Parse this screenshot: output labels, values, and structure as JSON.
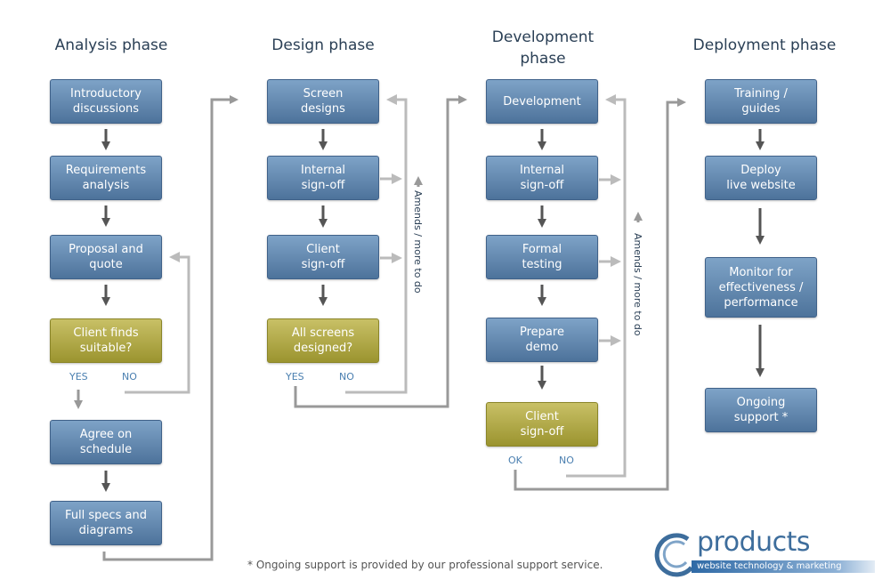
{
  "phases": {
    "analysis": "Analysis phase",
    "design": "Design phase",
    "development": "Development\nphase",
    "deployment": "Deployment phase"
  },
  "analysis": {
    "intro": "Introductory\ndiscussions",
    "requirements": "Requirements\nanalysis",
    "proposal": "Proposal and\nquote",
    "client_finds": "Client finds\nsuitable?",
    "agree": "Agree on\nschedule",
    "specs": "Full specs and\ndiagrams",
    "yes": "YES",
    "no": "NO"
  },
  "design": {
    "screen": "Screen\ndesigns",
    "internal": "Internal\nsign-off",
    "client": "Client\nsign-off",
    "all_screens": "All screens\ndesigned?",
    "yes": "YES",
    "no": "NO",
    "amends": "Amends / more to do"
  },
  "development": {
    "development": "Development",
    "internal": "Internal\nsign-off",
    "formal": "Formal\ntesting",
    "prepare": "Prepare\ndemo",
    "client": "Client\nsign-off",
    "ok": "OK",
    "no": "NO",
    "amends": "Amends / more to do"
  },
  "deployment": {
    "training": "Training /\nguides",
    "deploy": "Deploy\nlive website",
    "monitor": "Monitor for\neffectiveness /\nperformance",
    "ongoing": "Ongoing\nsupport *"
  },
  "footnote": "* Ongoing support is provided by our professional support service.",
  "logo": {
    "word": "products",
    "tagline": "website technology & marketing"
  },
  "colors": {
    "box_blue": "#5f86ad",
    "box_olive": "#b0a944",
    "arrow_dark": "#555555",
    "arrow_light": "#bbbbbb",
    "label_blue": "#4a7fb0"
  }
}
